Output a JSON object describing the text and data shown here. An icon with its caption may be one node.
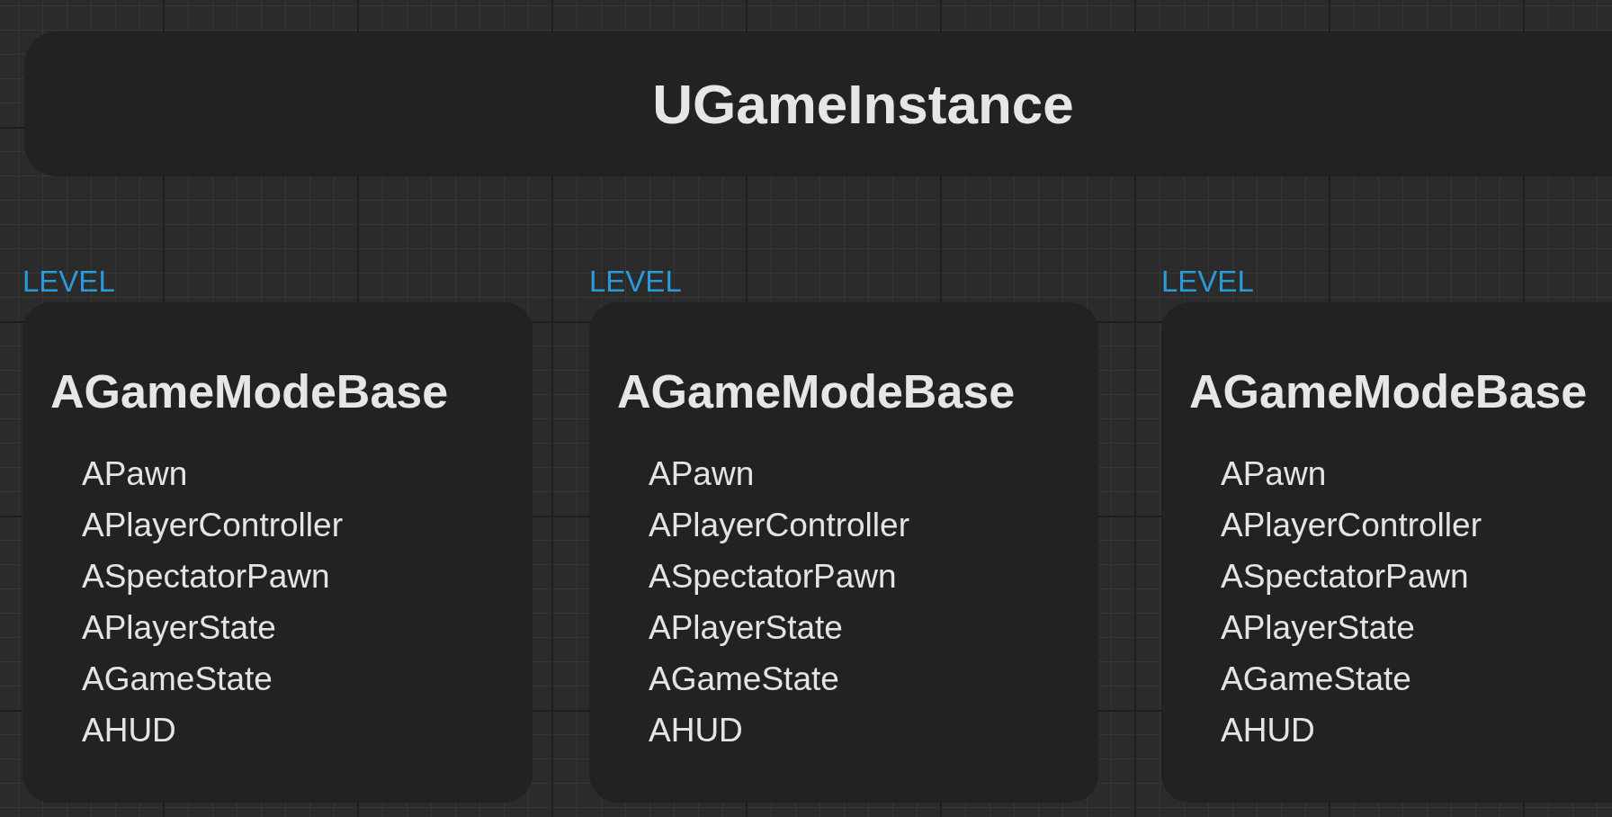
{
  "diagram": {
    "nodes": [
      {
        "text": [
          "UGameInstance"
        ]
      },
      {
        "text": [
          "LEVEL",
          "AGameModeBase",
          "APawn",
          "APlayerController",
          "ASpectatorPawn",
          "APlayerState",
          "AGameState",
          "AHUD"
        ]
      },
      {
        "text": [
          "LEVEL",
          "AGameModeBase",
          "APawn",
          "APlayerController",
          "ASpectatorPawn",
          "APlayerState",
          "AGameState",
          "AHUD"
        ]
      },
      {
        "text": [
          "LEVEL",
          "AGameModeBase",
          "APawn",
          "APlayerController",
          "ASpectatorPawn",
          "APlayerState",
          "AGameState",
          "AHUD"
        ]
      }
    ]
  }
}
